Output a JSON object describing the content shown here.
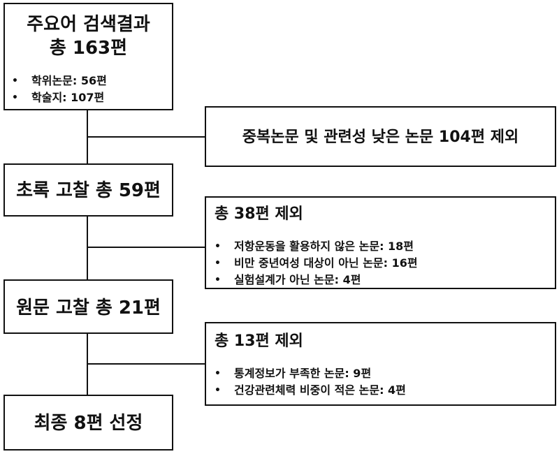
{
  "stage1": {
    "title_line1": "주요어 검색결과",
    "title_line2": "총 163편",
    "items": [
      "학위논문: 56편",
      "학술지: 107편"
    ]
  },
  "exclude1": {
    "text": "중복논문 및 관련성 낮은 논문 104편 제외"
  },
  "stage2": {
    "title": "초록 고찰 총 59편"
  },
  "exclude2": {
    "title": "총 38편 제외",
    "items": [
      "저항운동을 활용하지 않은 논문: 18편",
      "비만 중년여성 대상이 아닌 논문: 16편",
      "실험설계가 아닌 논문: 4편"
    ]
  },
  "stage3": {
    "title": "원문 고찰 총 21편"
  },
  "exclude3": {
    "title": "총 13편 제외",
    "items": [
      "통계정보가 부족한 논문: 9편",
      "건강관련체력 비중이 적은 논문: 4편"
    ]
  },
  "stage4": {
    "title": "최종 8편 선정"
  },
  "bullet_char": "•"
}
